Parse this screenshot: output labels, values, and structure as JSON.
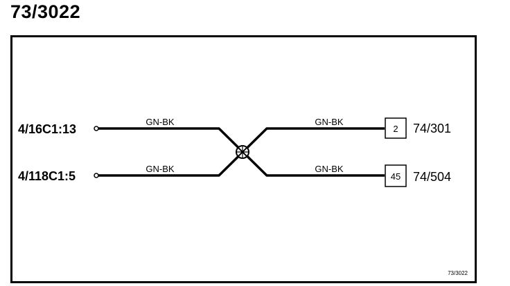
{
  "title": "73/3022",
  "connectors_left": [
    {
      "id": "4/16C1:13"
    },
    {
      "id": "4/118C1:5"
    }
  ],
  "connectors_right": [
    {
      "pin": "2",
      "id": "74/301"
    },
    {
      "pin": "45",
      "id": "74/504"
    }
  ],
  "wires": [
    {
      "color_left": "GN-BK",
      "color_right": "GN-BK"
    },
    {
      "color_left": "GN-BK",
      "color_right": "GN-BK"
    }
  ],
  "diagram_ref": "73/3022"
}
